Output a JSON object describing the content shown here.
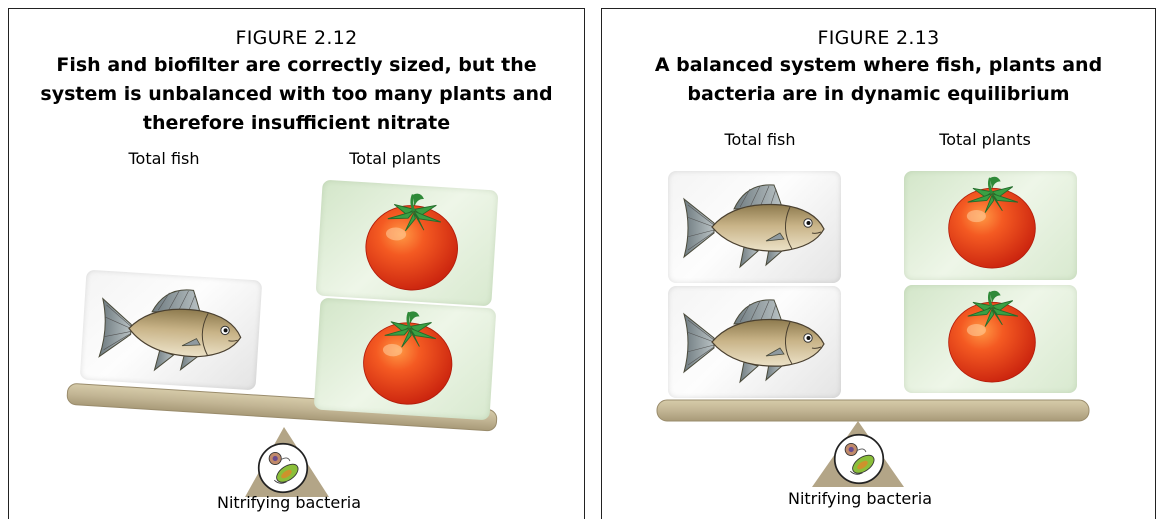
{
  "left_figure": {
    "label": "FIGURE 2.12",
    "title": "Fish and biofilter are correctly sized, but the system is unbalanced with too many plants and therefore insufficient nitrate",
    "fish_label": "Total fish",
    "plants_label": "Total plants",
    "bacteria_label": "Nitrifying bacteria",
    "fish_count": 1,
    "plant_count": 2
  },
  "right_figure": {
    "label": "FIGURE 2.13",
    "title": "A balanced system where fish, plants and bacteria are in dynamic equilibrium",
    "fish_label": "Total fish",
    "plants_label": "Total plants",
    "bacteria_label": "Nitrifying bacteria",
    "fish_count": 2,
    "plant_count": 2
  },
  "colors": {
    "beam": "#c2b594",
    "fulcrum": "#b3a587",
    "tomato": "#e8401e",
    "leaf": "#3aa043"
  }
}
